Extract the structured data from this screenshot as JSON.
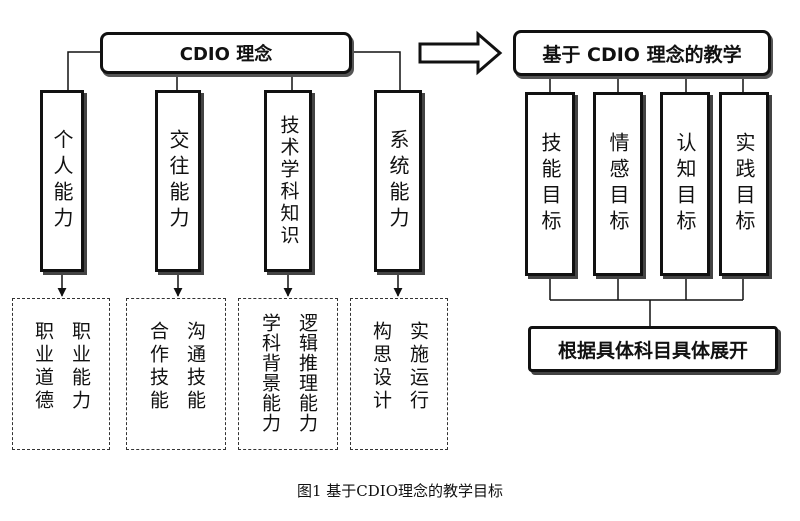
{
  "diagram": {
    "root_label": "CDIO 理念",
    "target_label": "基于 CDIO 理念的教学",
    "abilities": [
      {
        "label": "个人能力",
        "details": [
          "职业能力",
          "职业道德"
        ]
      },
      {
        "label": "交往能力",
        "details": [
          "沟通技能",
          "合作技能"
        ]
      },
      {
        "label": "技术学科知识",
        "details": [
          "逻辑推理能力",
          "学科背景能力"
        ]
      },
      {
        "label": "系统能力",
        "details": [
          "实施运行",
          "构思设计"
        ]
      }
    ],
    "goals": [
      "技能目标",
      "情感目标",
      "认知目标",
      "实践目标"
    ],
    "summary_label": "根据具体科目具体展开"
  },
  "caption": "图1 基于CDIO理念的教学目标"
}
